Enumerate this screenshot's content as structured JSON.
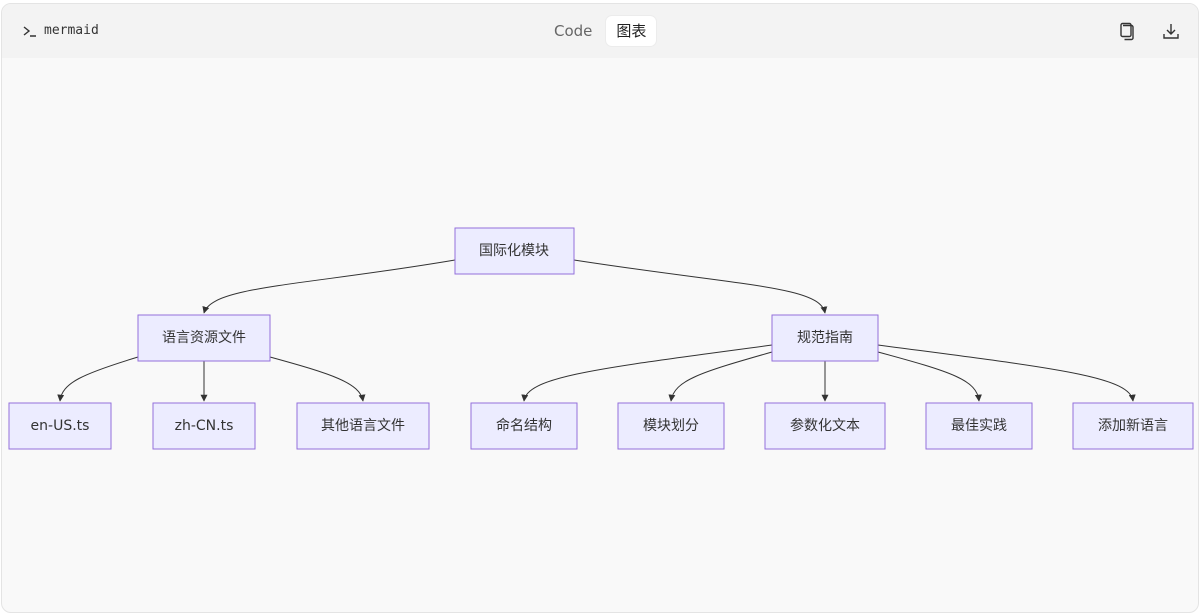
{
  "toolbar": {
    "language_label": "mermaid",
    "tabs": [
      {
        "label": "Code",
        "active": false
      },
      {
        "label": "图表",
        "active": true
      }
    ],
    "copy_icon": "copy-icon",
    "download_icon": "download-icon"
  },
  "diagram": {
    "type": "flowchart-TD",
    "colors": {
      "node_fill": "#ececff",
      "node_stroke": "#9370db",
      "edge": "#333333"
    },
    "nodes": {
      "root": "国际化模块",
      "lang_files": "语言资源文件",
      "guide": "规范指南",
      "en_us": "en-US.ts",
      "zh_cn": "zh-CN.ts",
      "other_lang": "其他语言文件",
      "naming": "命名结构",
      "module_split": "模块划分",
      "param_text": "参数化文本",
      "best_practice": "最佳实践",
      "add_lang": "添加新语言"
    },
    "edges": [
      [
        "root",
        "lang_files"
      ],
      [
        "root",
        "guide"
      ],
      [
        "lang_files",
        "en_us"
      ],
      [
        "lang_files",
        "zh_cn"
      ],
      [
        "lang_files",
        "other_lang"
      ],
      [
        "guide",
        "naming"
      ],
      [
        "guide",
        "module_split"
      ],
      [
        "guide",
        "param_text"
      ],
      [
        "guide",
        "best_practice"
      ],
      [
        "guide",
        "add_lang"
      ]
    ]
  }
}
